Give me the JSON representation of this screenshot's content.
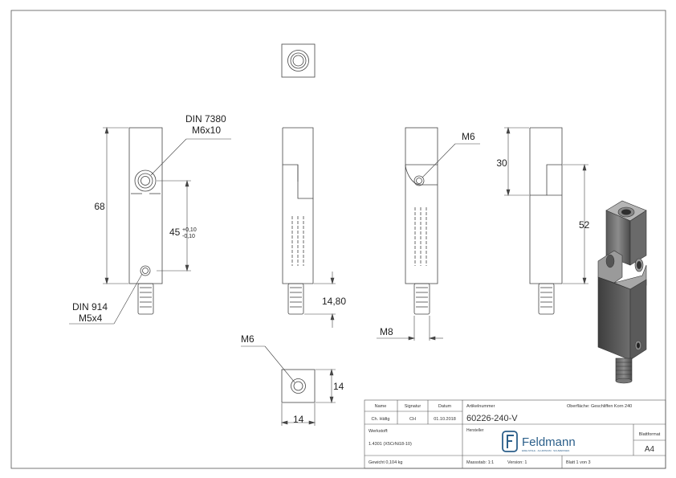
{
  "annotations": {
    "din7380_line1": "DIN 7380",
    "din7380_line2": "M6x10",
    "din914_line1": "DIN 914",
    "din914_line2": "M5x4",
    "dim_68": "68",
    "dim_45": "45",
    "tol_upper": "+0,10",
    "tol_lower": "-0,10",
    "dim_30": "30",
    "dim_52": "52",
    "dim_1480": "14,80",
    "label_m8": "M8",
    "label_m6_side": "M6",
    "label_m6_square": "M6",
    "dim_14_h": "14",
    "dim_14_v": "14"
  },
  "title_block": {
    "hdr_name": "Name",
    "hdr_signatur": "Signatur",
    "hdr_datum": "Datum",
    "name": "Ch. Häfig",
    "signatur": "CH",
    "datum": "01.10.2018",
    "artikelnummer_label": "Artikelnummer",
    "artikelnummer": "60226-240-V",
    "oberflaeche": "Oberfläche: Geschliffen Korn 240",
    "werkstoff_label": "Werkstoff:",
    "werkstoff": "1.4301 (X5CrNi18-10)",
    "hersteller_label": "Hersteller",
    "logo_name": "Feldmann",
    "logo_tagline": "EDELSTAHL · ALUMINIUM · SCHWEISSEN",
    "blattformat_label": "Blattformat",
    "blattformat": "A4",
    "gewicht": "Gewicht 0,104 kg",
    "massstab": "Massstab: 1:1",
    "version": "Version: 1",
    "blatt": "Blatt 1 von 3"
  }
}
